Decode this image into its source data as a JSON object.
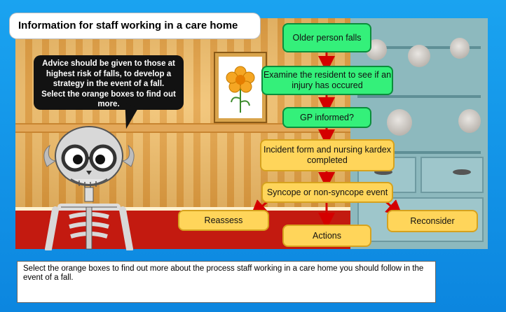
{
  "title": "Information for staff working in a care home",
  "bubble": "Advice should be given to those at highest risk of falls, to develop a strategy in the event of a fall. Select the orange boxes to find out more.",
  "flow": {
    "older_falls": "Older person falls",
    "examine": "Examine the resident to see if an injury has occured",
    "gp": "GP informed?",
    "incident": "Incident form and nursing kardex completed",
    "syncope": "Syncope or non-syncope event",
    "reassess": "Reassess",
    "actions": "Actions",
    "reconsider": "Reconsider"
  },
  "instructions": "Select the orange boxes to find out more about the process staff working in a care home you should follow in the event of a fall.",
  "colors": {
    "green_box": "#34f07a",
    "orange_box": "#ffd55a",
    "arrow": "#d40000",
    "background": "#1aa3f0"
  }
}
